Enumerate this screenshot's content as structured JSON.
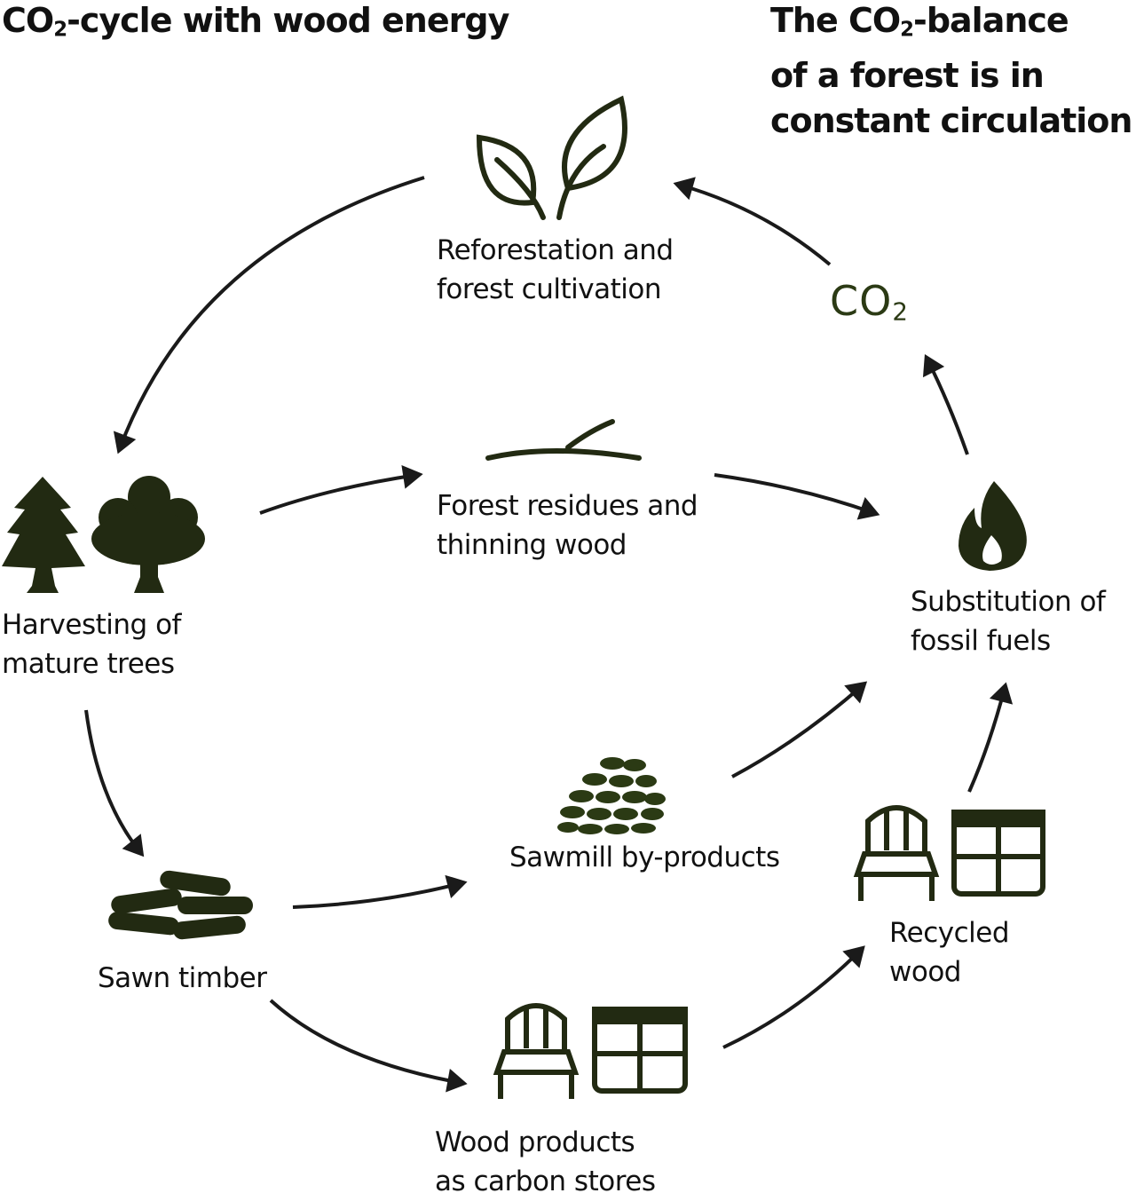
{
  "title_left": {
    "prefix": "CO",
    "sub": "2",
    "suffix": "-cycle with wood energy"
  },
  "title_right": {
    "line1_prefix": "The CO",
    "line1_sub": "2",
    "line1_suffix": "-balance",
    "rest": "of a forest is in\nconstant circulation"
  },
  "co2_label": {
    "prefix": "CO",
    "sub": "2"
  },
  "nodes": {
    "reforestation": "Reforestation and\nforest cultivation",
    "harvesting": "Harvesting of\nmature trees",
    "residues": "Forest residues and\nthinning wood",
    "substitution": "Substitution of\nfossil fuels",
    "sawmill": "Sawmill by-products",
    "sawn_timber": "Sawn timber",
    "recycled": "Recycled\nwood",
    "wood_products": "Wood products\nas carbon stores"
  },
  "colors": {
    "icon": "#222a12",
    "arrow": "#1a1a1a",
    "text": "#111111"
  }
}
